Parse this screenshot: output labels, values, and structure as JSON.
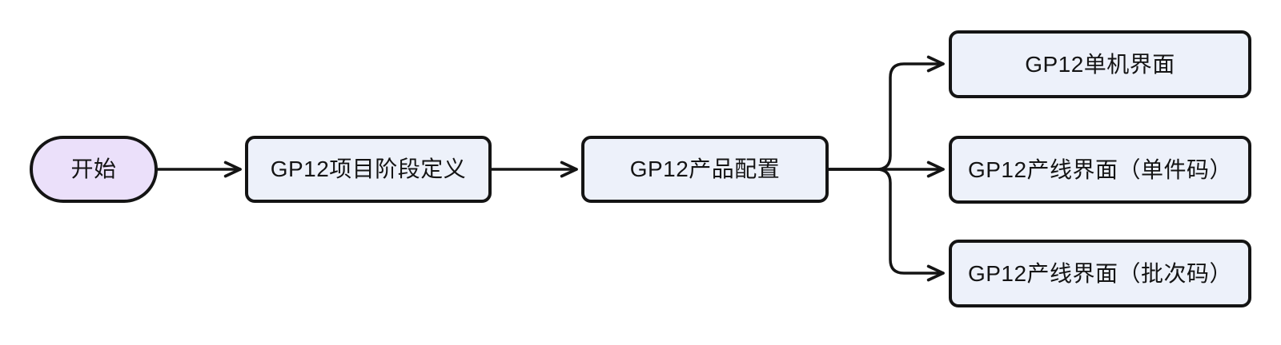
{
  "diagram": {
    "type": "flowchart",
    "direction": "left-to-right",
    "nodes": {
      "start": {
        "label": "开始",
        "shape": "stadium"
      },
      "stage_definition": {
        "label": "GP12项目阶段定义",
        "shape": "rect"
      },
      "product_config": {
        "label": "GP12产品配置",
        "shape": "rect"
      },
      "single_machine_ui": {
        "label": "GP12单机界面",
        "shape": "rect"
      },
      "line_ui_unit_code": {
        "label": "GP12产线界面（单件码）",
        "shape": "rect"
      },
      "line_ui_batch_code": {
        "label": "GP12产线界面（批次码）",
        "shape": "rect"
      }
    },
    "edges": [
      {
        "from": "start",
        "to": "stage_definition"
      },
      {
        "from": "stage_definition",
        "to": "product_config"
      },
      {
        "from": "product_config",
        "to": "single_machine_ui"
      },
      {
        "from": "product_config",
        "to": "line_ui_unit_code"
      },
      {
        "from": "product_config",
        "to": "line_ui_batch_code"
      }
    ],
    "colors": {
      "background": "#ffffff",
      "border": "#141414",
      "line": "#141414",
      "text": "#141414",
      "start_fill": "#ebe0fa",
      "process_fill": "#edf1fa"
    }
  }
}
